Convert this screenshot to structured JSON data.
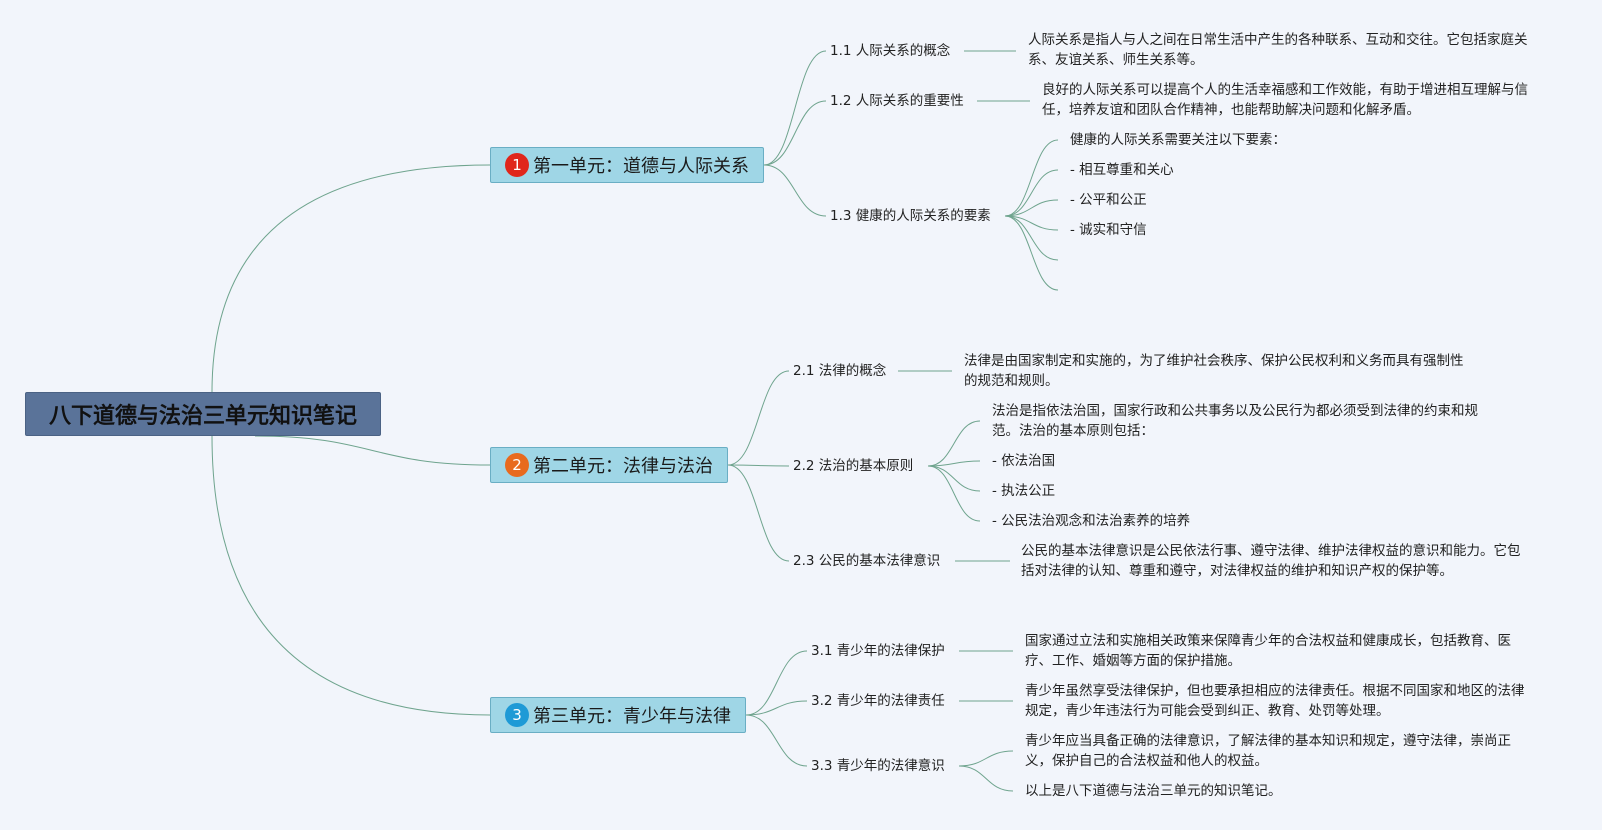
{
  "root": {
    "title": "八下道德与法治三单元知识笔记"
  },
  "units": [
    {
      "badge": "1",
      "badge_color": "#e0261b",
      "title": "第一单元：道德与人际关系",
      "topics": [
        {
          "label": "1.1 人际关系的概念",
          "details": [
            "人际关系是指人与人之间在日常生活中产生的各种联系、互动和交往。它包括家庭关系、友谊关系、师生关系等。"
          ]
        },
        {
          "label": "1.2 人际关系的重要性",
          "details": [
            "良好的人际关系可以提高个人的生活幸福感和工作效能，有助于增进相互理解与信任，培养友谊和团队合作精神，也能帮助解决问题和化解矛盾。"
          ]
        },
        {
          "label": "1.3 健康的人际关系的要素",
          "details": [
            "健康的人际关系需要关注以下要素：",
            "- 相互尊重和关心",
            "- 公平和公正",
            "- 诚实和守信",
            "",
            ""
          ]
        }
      ]
    },
    {
      "badge": "2",
      "badge_color": "#e86a1e",
      "title": "第二单元：法律与法治",
      "topics": [
        {
          "label": "2.1 法律的概念",
          "details": [
            "法律是由国家制定和实施的，为了维护社会秩序、保护公民权利和义务而具有强制性的规范和规则。"
          ]
        },
        {
          "label": "2.2 法治的基本原则",
          "details": [
            "法治是指依法治国，国家行政和公共事务以及公民行为都必须受到法律的约束和规范。法治的基本原则包括：",
            "- 依法治国",
            "- 执法公正",
            "- 公民法治观念和法治素养的培养"
          ]
        },
        {
          "label": "2.3 公民的基本法律意识",
          "details": [
            "公民的基本法律意识是公民依法行事、遵守法律、维护法律权益的意识和能力。它包括对法律的认知、尊重和遵守，对法律权益的维护和知识产权的保护等。"
          ]
        }
      ]
    },
    {
      "badge": "3",
      "badge_color": "#1e9ad6",
      "title": "第三单元：青少年与法律",
      "topics": [
        {
          "label": "3.1 青少年的法律保护",
          "details": [
            "国家通过立法和实施相关政策来保障青少年的合法权益和健康成长，包括教育、医疗、工作、婚姻等方面的保护措施。"
          ]
        },
        {
          "label": "3.2 青少年的法律责任",
          "details": [
            "青少年虽然享受法律保护，但也要承担相应的法律责任。根据不同国家和地区的法律规定，青少年违法行为可能会受到纠正、教育、处罚等处理。"
          ]
        },
        {
          "label": "3.3 青少年的法律意识",
          "details": [
            "青少年应当具备正确的法律意识，了解法律的基本知识和规定，遵守法律，崇尚正义，保护自己的合法权益和他人的权益。",
            "以上是八下道德与法治三单元的知识笔记。"
          ]
        }
      ]
    }
  ]
}
